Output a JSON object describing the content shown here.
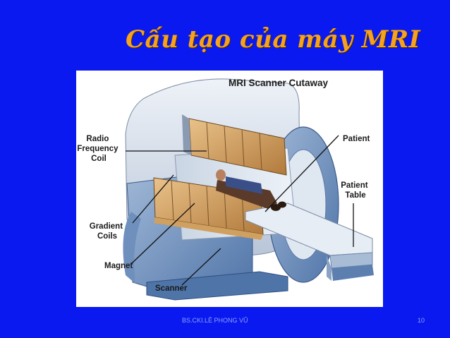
{
  "slide": {
    "title": "Cấu tạo của máy MRI",
    "footer_author": "BS.CKI.LÊ PHONG VŨ",
    "page_number": "10"
  },
  "figure": {
    "caption": "MRI Scanner Cutaway",
    "labels": {
      "radio": [
        "Radio",
        "Frequency",
        "Coil"
      ],
      "gradient": [
        "Gradient",
        "Coils"
      ],
      "magnet": "Magnet",
      "scanner": "Scanner",
      "patient": "Patient",
      "patient_table": [
        "Patient",
        "Table"
      ]
    }
  }
}
